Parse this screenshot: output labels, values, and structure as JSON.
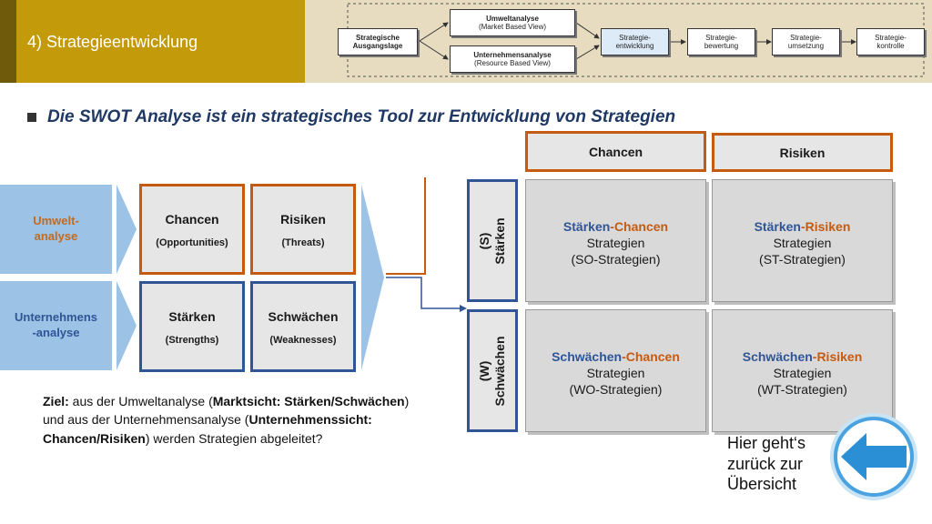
{
  "header": {
    "title": "4) Strategieentwicklung",
    "flow": {
      "start": [
        "Strategische",
        "Ausgangslage"
      ],
      "umwelt": {
        "title": "Umweltanalyse",
        "sub": "(Market Based View)"
      },
      "unternehmen": {
        "title": "Unternehmensanalyse",
        "sub": "(Resource Based View)"
      },
      "steps": [
        [
          "Strategie-",
          "entwicklung"
        ],
        [
          "Strategie-",
          "bewertung"
        ],
        [
          "Strategie-",
          "umsetzung"
        ],
        [
          "Strategie-",
          "kontrolle"
        ]
      ]
    }
  },
  "heading": "Die SWOT Analyse ist ein strategisches Tool zur Entwicklung von Strategien",
  "left": {
    "umwelt": [
      "Umwelt-",
      "analyse"
    ],
    "unternehmen": [
      "Unternehmens",
      "-analyse"
    ],
    "chancen": {
      "main": "Chancen",
      "sub": "(Opportunities)"
    },
    "risiken": {
      "main": "Risiken",
      "sub": "(Threats)"
    },
    "staerken": {
      "main": "Stärken",
      "sub": "(Strengths)"
    },
    "schwaechen": {
      "main": "Schwächen",
      "sub": "(Weaknesses)"
    }
  },
  "matrix": {
    "col1": "Chancen",
    "col2": "Risiken",
    "row1": [
      "(S)",
      "Stärken"
    ],
    "row2": [
      "(W)",
      "Schwächen"
    ],
    "so": {
      "a": "Stärken",
      "b": "-Chancen",
      "l2": "Strategien",
      "l3": "(SO-Strategien)"
    },
    "st": {
      "a": "Stärken",
      "b": "-Risiken",
      "l2": "Strategien",
      "l3": "(ST-Strategien)"
    },
    "wo": {
      "a": "Schwächen",
      "b": "-Chancen",
      "l2": "Strategien",
      "l3": "(WO-Strategien)"
    },
    "wt": {
      "a": "Schwächen",
      "b": "-Risiken",
      "l2": "Strategien",
      "l3": "(WT-Strategien)"
    }
  },
  "note": {
    "p1": "Ziel:",
    "p2": " aus der Umweltanalyse (",
    "p3": "Marktsicht: Stärken/Schwächen",
    "p4": ") und aus der Unternehmensanalyse (",
    "p5": "Unternehmenssicht: Chancen/Risiken",
    "p6": ") werden Strategien abgeleitet?"
  },
  "back": [
    "Hier geht‘s",
    "zurück zur",
    "Übersicht"
  ],
  "colors": {
    "orange": "#c55a11",
    "blue": "#2f5597",
    "light_blue": "#9cc2e5",
    "gold": "#c39a0a"
  }
}
